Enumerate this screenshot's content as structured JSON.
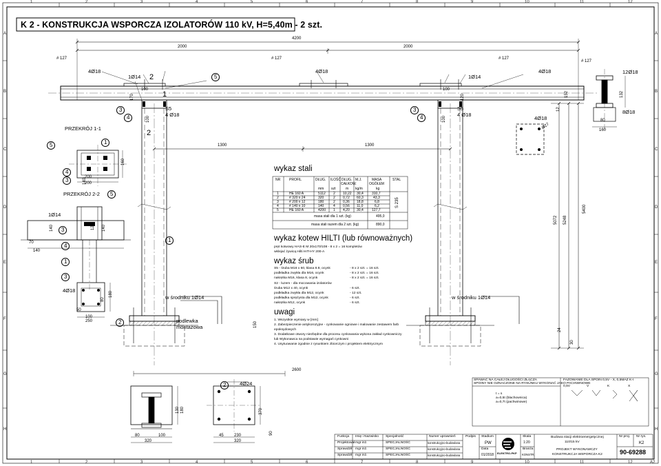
{
  "title": "K 2 - KONSTRUKCJA WSPORCZA IZOLATORÓW 110 kV, H=5,40m - 2 szt.",
  "grid": {
    "cols": [
      "1",
      "2",
      "3",
      "4",
      "5",
      "6",
      "7",
      "8",
      "9",
      "10",
      "11",
      "12"
    ],
    "rows": [
      "A",
      "B",
      "C",
      "D",
      "E",
      "F",
      "G",
      "H"
    ],
    "sheet_size": "A2"
  },
  "dims": {
    "d4200": "4200",
    "d2000a": "2000",
    "d2000b": "2000",
    "d1300a": "1300",
    "d1300b": "1300",
    "d2600": "2600",
    "d5400": "5400",
    "d5248": "5248",
    "d5072": "5072",
    "d100a": "100",
    "d100b": "100",
    "d100c": "100",
    "d100d": "100",
    "d170": "170",
    "d120": "120",
    "d152": "152",
    "d132": "132",
    "d12": "12",
    "d80": "80",
    "d160": "160",
    "d200a": "200",
    "d200b": "200",
    "d160b": "160",
    "d150": "150",
    "d24": "24",
    "d30": "30",
    "d70": "70",
    "d140a": "140",
    "d140b": "140",
    "d140c": "140",
    "d50": "50",
    "d80b": "80",
    "d180": "180",
    "d250": "250",
    "d320": "320",
    "d45": "45",
    "d230": "230",
    "d320b": "320",
    "d370": "370",
    "d130": "130",
    "d180b": "180",
    "d80c": "80",
    "d100e": "100",
    "d100f": "100",
    "d120b": "120",
    "d140d": "140",
    "d90": "90"
  },
  "labels": {
    "hash127a": "# 127",
    "hash127b": "# 127",
    "hash127c": "# 127",
    "hash127d": "# 127",
    "r4o18a": "4Ø18",
    "r4o18b": "4Ø18",
    "r4o18c": "4Ø18",
    "r4o18d": "4Ø18",
    "r4o18e": "4Ø18",
    "r4o18f": "4Ø18",
    "r1o14a": "1Ø14",
    "r1o14b": "1Ø14",
    "r1o14c": "1Ø14",
    "r12o18": "12Ø18",
    "r8o18": "8Ø18",
    "r4o24": "4Ø24",
    "s5a": "S5",
    "s5a_b": "4 Ø18",
    "s5b": "S5",
    "s5b_b": "4 Ø18",
    "przekroj11": "PRZEKRÓJ 1-1",
    "przekroj22": "PRZEKRÓJ 2-2",
    "wsrodku1": "w środniku 1Ø14",
    "wsrodku2": "w środniku 1Ø14",
    "podlewka": "podlewka",
    "montazowa": "montażowa",
    "o27": "Ø27"
  },
  "balloons": [
    "1",
    "2",
    "3",
    "4",
    "5"
  ],
  "steel": {
    "heading": "wykaz stali",
    "header_row1": [
      "NR",
      "PROFIL",
      "DŁUG.",
      "ILOŚĆ",
      "DŁUG.",
      "M.J.",
      "MASA",
      "STAL"
    ],
    "header_row2": [
      "",
      "",
      "mm",
      "szt",
      "CAŁKOW.",
      "",
      "OGÓŁEM",
      ""
    ],
    "header_row3": [
      "",
      "",
      "",
      "",
      "m",
      "kg/m",
      "kg",
      ""
    ],
    "rows": [
      [
        "1",
        "HE 160 A",
        "5112",
        "2",
        "10,22",
        "30,4",
        "310,7"
      ],
      [
        "2",
        "# 320 x 24",
        "320",
        "2",
        "0,72",
        "60,3",
        "43,3"
      ],
      [
        "3",
        "# 200 x 12",
        "180",
        "2",
        "0,36",
        "18,8",
        "6,8"
      ],
      [
        "4",
        "# 140 x 10",
        "140",
        "4",
        "0,56",
        "11,0",
        "6,2"
      ],
      [
        "5",
        "HE 160 A",
        "4200",
        "1",
        "4,20",
        "30,4",
        "127,7"
      ]
    ],
    "steel_grade": "S 235",
    "sum1_label": "masa stali dla 1 szt. (kg)",
    "sum1_value": "495,0",
    "sum2_label": "masa stali razem dla 2 szt. (kg)",
    "sum2_value": "890,0"
  },
  "anchors": {
    "heading": "wykaz kotew HILTI (lub równoważnych)",
    "line1": "pręt kotwowy HAS-E M 20x170/108  - 8 x 2 = 16 kompletów",
    "line2": "wklejać żywicą Hilti HIT-HY 200-A"
  },
  "bolts": {
    "heading": "wykaz śrub",
    "lines": [
      [
        "S5 -  śruba M16 x 60, klasa 8.8, ocynk",
        "- 8 x 2 szt. = 16 szt."
      ],
      [
        "       podkładka zwykła dla M16, ocynk",
        "- 8 x 2 szt. = 16 szt."
      ],
      [
        "       nakrętka M16, klasa 8, ocynk",
        "- 8 x 2 szt. = 16 szt."
      ],
      [
        "S2 - luzem - dla mocowania izolatorów",
        ""
      ],
      [
        "       śruba M12 x 40,  ocynk",
        "-  6 szt."
      ],
      [
        "       podkładka zwykła dla M12, ocynk",
        "- 12 szt."
      ],
      [
        "       podkładka sprężysta dla M12, ocynk",
        "-  6 szt."
      ],
      [
        "       nakrętka M12, ocynk",
        "-  6 szt."
      ]
    ]
  },
  "notes": {
    "heading": "uwagi",
    "lines": [
      "1. Wszystkie wymiary w [mm]",
      "2. Zabezpieczenie antykorozyjne - cynkowanie ogniowe i malowanie zestawem farb",
      "    epoksydowych",
      "3. Dodatkowe otwory niezbędne dla procesu cynkowania wykona zakład cynkowniczy",
      "    lub Wykonawca na podstawie wymagań cynkowni",
      "4. Usytuowanie zgodnie z rysunkiem zbiorczym i projektem elektrycznym"
    ]
  },
  "titleblock": {
    "c1": [
      "Funkcja",
      "Projektował",
      "Sprawdził",
      "Sprawdził"
    ],
    "c2": [
      "Imię i Nazwisko",
      "mgr inż.",
      "mgr inż.",
      "mgr inż."
    ],
    "c3": [
      "Specjalność",
      "SPECJALNOŚĆ",
      "SPECJALNOŚĆ",
      "SPECJALNOŚĆ"
    ],
    "c4": [
      "Numer uprawnień",
      "konstrukcyjno-budowlana",
      "konstrukcyjno-budowlana",
      "konstrukcyjno-budowlana"
    ],
    "c5": [
      "Podpis"
    ],
    "stadium_label": "Stadium",
    "stadium": "PW",
    "data_label": "Data",
    "data": "01/2018",
    "skala_label": "Skala",
    "skala": "1:20",
    "branza_label": "Branża",
    "branza": "KONSTR.",
    "company": "ELEKTRO-PKP",
    "project_lines": [
      "Budowa stacji elektroenergetycznej",
      "110/15 kV",
      "PROJEKT WYKONAWCZY",
      "KONSTRUKCJA WSPORCZA K2"
    ],
    "nr_proj_label": "Nr proj.",
    "nr_rys_label": "Nr rys.",
    "nr_rys": "K2",
    "doc_no": "90-69288"
  },
  "fazowanie": {
    "title": "FAZOWANIE DLA SPOIN 0,5V - X, 0,5MAZ K-I",
    "legend1": "SPAWAĆ NA CAŁEJ DŁUGOŚCI ZŁĄCZA",
    "legend2": "SPOINY NIE OZNACZONE NA RYSUNKU WYKONAĆ JAKO PACHWINOWE",
    "sym_a": "0,5V",
    "sym_b": "V",
    "sym_c": "K",
    "sym_d": "X",
    "leg_a": "a=0,5t (blachownica)",
    "leg_b": "a=0,7t (pachwinowe)",
    "leg_t": "t = s"
  },
  "colors": {
    "line": "#000000",
    "hatch": "#444444",
    "grid": "#222222"
  }
}
